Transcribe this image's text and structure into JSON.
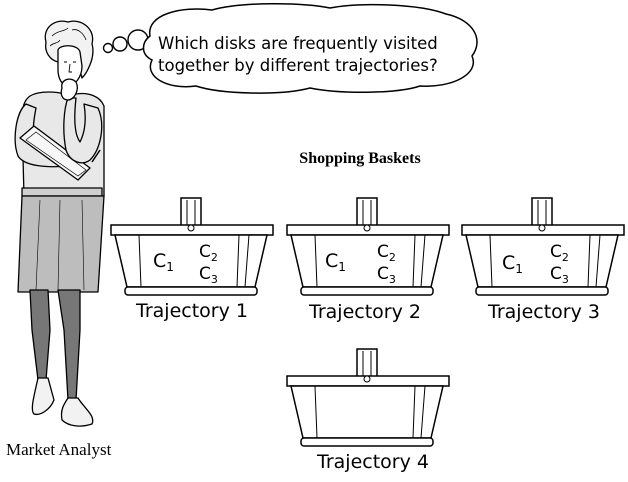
{
  "thought_bubble": {
    "line1": "Which disks are frequently visited",
    "line2": "together by different trajectories?"
  },
  "title": "Shopping Baskets",
  "analyst_label": "Market Analyst",
  "baskets": [
    {
      "label": "Trajectory 1",
      "items": [
        {
          "letter": "C",
          "sub": "1"
        },
        {
          "letter": "C",
          "sub": "2"
        },
        {
          "letter": "C",
          "sub": "3"
        }
      ]
    },
    {
      "label": "Trajectory 2",
      "items": [
        {
          "letter": "C",
          "sub": "1"
        },
        {
          "letter": "C",
          "sub": "2"
        },
        {
          "letter": "C",
          "sub": "3"
        }
      ]
    },
    {
      "label": "Trajectory 3",
      "items": [
        {
          "letter": "C",
          "sub": "1"
        },
        {
          "letter": "C",
          "sub": "2"
        },
        {
          "letter": "C",
          "sub": "3"
        }
      ]
    },
    {
      "label": "Trajectory 4",
      "items": []
    }
  ]
}
